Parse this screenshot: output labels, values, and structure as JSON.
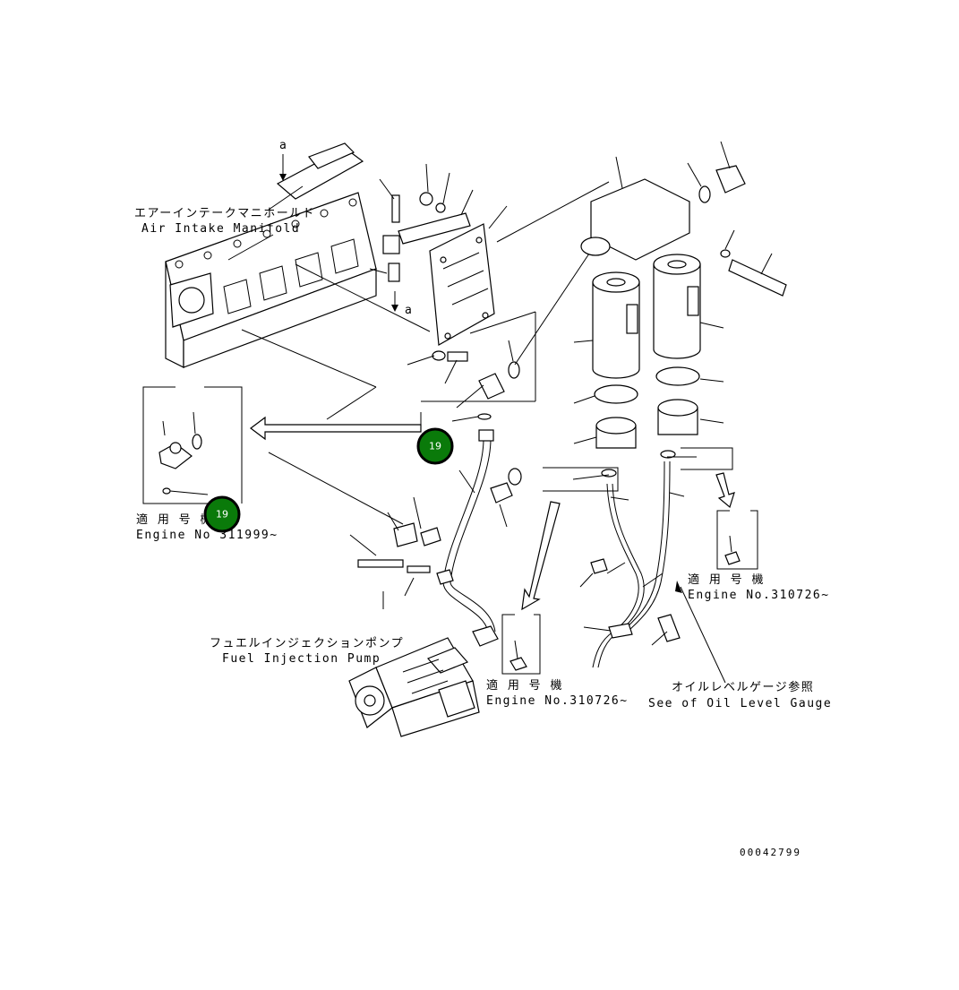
{
  "labels": {
    "letter_a_top": "a",
    "letter_a_bottom": "a",
    "air_intake_jp": "エアーインテークマニホールド",
    "air_intake_en": "Air Intake Manifold",
    "applicable_jp_1": "適 用 号 機",
    "engine_no_1": "Engine No 311999~",
    "applicable_jp_2": "適 用 号 機",
    "engine_no_2": "Engine No.310726~",
    "applicable_jp_3": "適 用 号 機",
    "engine_no_3": "Engine No.310726~",
    "fuel_pump_jp": "フュエルインジェクションポンプ",
    "fuel_pump_en": "Fuel Injection Pump",
    "oil_level_jp": "オイルレベルゲージ参照",
    "oil_level_en": "See of Oil Level Gauge",
    "drawing_number": "00042799"
  },
  "callouts": [
    {
      "number": "19"
    },
    {
      "number": "19"
    }
  ],
  "colors": {
    "callout_fill": "#0a7a0a",
    "line": "#000000"
  }
}
